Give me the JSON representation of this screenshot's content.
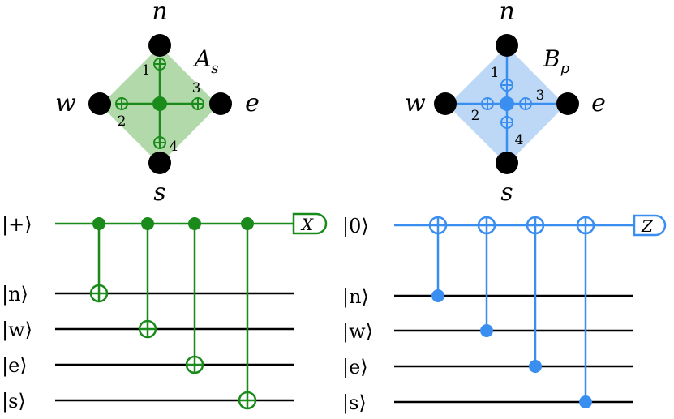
{
  "colors": {
    "green": "#1a8a1a",
    "green_fill": "#a8d5a0",
    "blue": "#3a8ef0",
    "blue_fill": "#b9d6f7",
    "black": "#000000"
  },
  "left": {
    "operator": {
      "main": "A",
      "sub": "s"
    },
    "vertices": {
      "n": "n",
      "w": "w",
      "e": "e",
      "s": "s"
    },
    "numbers": [
      "1",
      "2",
      "3",
      "4"
    ],
    "circuit": {
      "ancilla_label": "|+⟩",
      "measure_label": "X",
      "data_labels": [
        "|n⟩",
        "|w⟩",
        "|e⟩",
        "|s⟩"
      ]
    }
  },
  "right": {
    "operator": {
      "main": "B",
      "sub": "p"
    },
    "vertices": {
      "n": "n",
      "w": "w",
      "e": "e",
      "s": "s"
    },
    "numbers": [
      "1",
      "2",
      "3",
      "4"
    ],
    "circuit": {
      "ancilla_label": "|0⟩",
      "measure_label": "Z",
      "data_labels": [
        "|n⟩",
        "|w⟩",
        "|e⟩",
        "|s⟩"
      ]
    }
  }
}
